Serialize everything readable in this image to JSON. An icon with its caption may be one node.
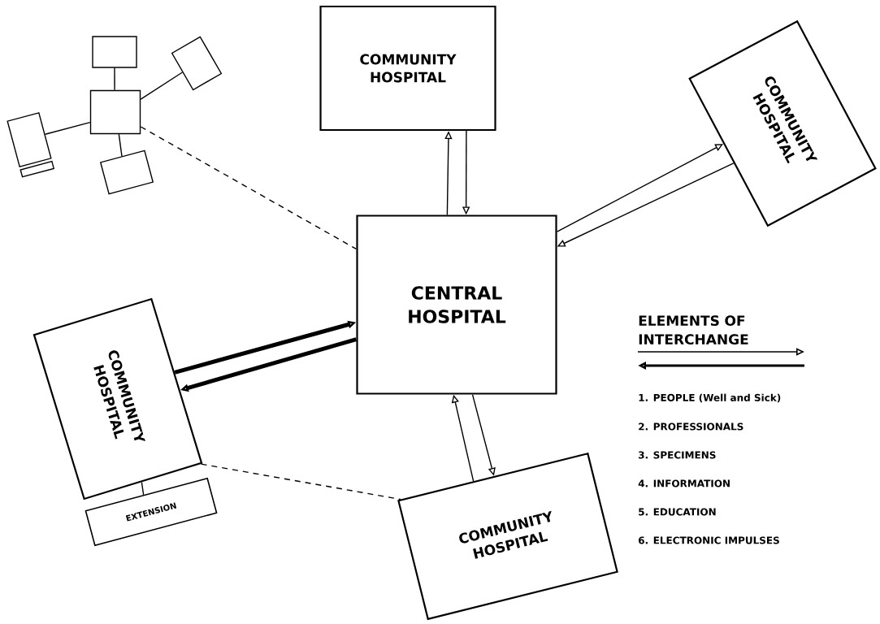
{
  "diagram": {
    "nodes": [
      {
        "text": [
          "CENTRAL HOSPITAL"
        ]
      },
      {
        "text": [
          "COMMUNITY HOSPITAL"
        ]
      },
      {
        "text": [
          "COMMUNITY HOSPITAL"
        ]
      },
      {
        "text": [
          "COMMUNITY HOSPITAL"
        ]
      },
      {
        "text": [
          "EXTENSION"
        ]
      },
      {
        "text": [
          "COMMUNITY HOSPITAL"
        ]
      },
      {
        "text": [],
        "shape": "box"
      },
      {
        "text": [],
        "shape": "box"
      },
      {
        "text": [],
        "shape": "box"
      },
      {
        "text": [],
        "shape": "box"
      },
      {
        "text": [],
        "shape": "box"
      }
    ],
    "edges": [
      {
        "from": 0,
        "to": 1,
        "arrow": "to"
      },
      {
        "from": 1,
        "to": 0,
        "arrow": "to"
      },
      {
        "from": 0,
        "to": 2,
        "arrow": "to"
      },
      {
        "from": 2,
        "to": 0,
        "arrow": "to"
      },
      {
        "from": 3,
        "to": 0,
        "arrow": "to",
        "style": "thick"
      },
      {
        "from": 0,
        "to": 3,
        "arrow": "to",
        "style": "thick"
      },
      {
        "from": 5,
        "to": 0,
        "arrow": "to"
      },
      {
        "from": 0,
        "to": 5,
        "arrow": "to"
      },
      {
        "from": 6,
        "to": 0,
        "arrow": "none",
        "style": "dashed"
      },
      {
        "from": 3,
        "to": 5,
        "arrow": "none",
        "style": "dashed"
      },
      {
        "from": 3,
        "to": 4,
        "arrow": "none"
      },
      {
        "from": 6,
        "to": 7,
        "arrow": "none"
      },
      {
        "from": 6,
        "to": 8,
        "arrow": "none"
      },
      {
        "from": 6,
        "to": 9,
        "arrow": "none"
      },
      {
        "from": 6,
        "to": 10,
        "arrow": "none"
      }
    ],
    "labels": [
      "ELEMENTS OF INTERCHANGE",
      "1. PEOPLE (Well and Sick)",
      "2. PROFESSIONALS",
      "3. SPECIMENS",
      "4. INFORMATION",
      "5. EDUCATION",
      "6. ELECTRONIC IMPULSES"
    ]
  }
}
